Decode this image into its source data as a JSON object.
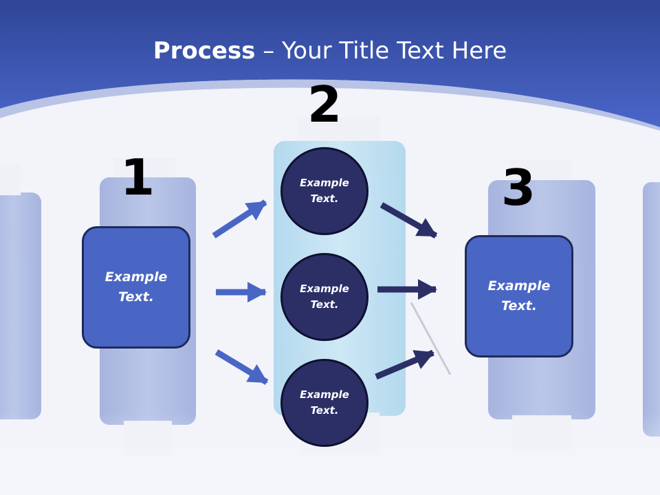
{
  "title": {
    "bold": "Process",
    "rest": " – Your Title Text Here"
  },
  "colors": {
    "header": "#3d57b8",
    "box_fill": "#4a66c4",
    "circle_fill": "#2b2f66",
    "arrow_light": "#4a66c4",
    "arrow_dark": "#2b2f66"
  },
  "steps": [
    {
      "number": "1",
      "text": "Example\nText."
    },
    {
      "number": "2"
    },
    {
      "number": "3",
      "text": "Example\nText."
    }
  ],
  "circles": [
    {
      "text": "Example\nText."
    },
    {
      "text": "Example\nText."
    },
    {
      "text": "Example\nText."
    }
  ]
}
